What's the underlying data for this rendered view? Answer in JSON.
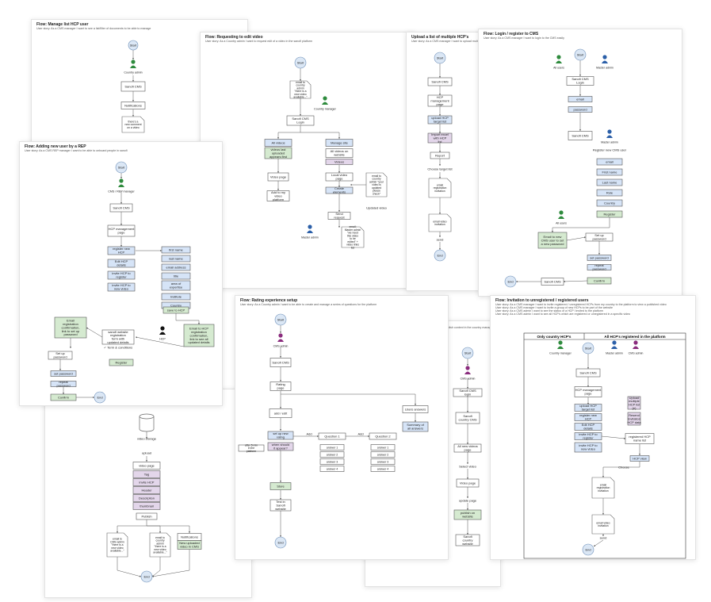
{
  "colors": {
    "start_fill": "#dbe7f5",
    "blue_fill": "#d6e4f7",
    "green_fill": "#d5ead0",
    "purple_fill": "#e3d6ea",
    "white_fill": "#ffffff",
    "line": "#555555",
    "actor_green": "#2e8b3d",
    "actor_blue": "#2b5fa8",
    "actor_purple": "#8a2b7d",
    "actor_black": "#111111"
  },
  "sheets": [
    {
      "id": "s1",
      "title": "Flow: Manage list HCP user",
      "subtitle": "User story: As a CMS manager I want to see a list/filter of documents to be able to manage",
      "nodes": [
        {
          "id": "start",
          "label": "Start",
          "kind": "circle"
        },
        {
          "id": "actor",
          "label": "Country admin",
          "kind": "actor",
          "color": "green"
        },
        {
          "id": "cms",
          "label": "Sanofi CMS",
          "kind": "box"
        },
        {
          "id": "notif",
          "label": "Notifications",
          "kind": "box"
        },
        {
          "id": "doc",
          "label": "there's a new comment on a video",
          "kind": "doc"
        }
      ]
    },
    {
      "id": "s2",
      "title": "Flow: Requesting to edit video",
      "subtitle": "User story: As a Country admin I want to request edit of a video in the sanofi platform",
      "nodes": [
        {
          "id": "start",
          "label": "Start",
          "kind": "circle"
        },
        {
          "id": "email1",
          "label": "email to country admin \"there is a new video available...\"",
          "kind": "doc"
        },
        {
          "id": "actor",
          "label": "Country manager",
          "kind": "actor",
          "color": "green"
        },
        {
          "id": "login",
          "label": "Sanofi CMS Login",
          "kind": "box"
        },
        {
          "id": "allv",
          "label": "All videos",
          "kind": "blue"
        },
        {
          "id": "vlast",
          "label": "videos last uploaded appears first",
          "kind": "green"
        },
        {
          "id": "vpage",
          "label": "Video page",
          "kind": "box"
        },
        {
          "id": "addv",
          "label": "Add to my video platform",
          "kind": "box"
        },
        {
          "id": "manage",
          "label": "Manage site",
          "kind": "blue"
        },
        {
          "id": "allweb",
          "label": "All videos on website",
          "kind": "box"
        },
        {
          "id": "vids",
          "label": "Videos",
          "kind": "purple"
        },
        {
          "id": "local",
          "label": "Local video page",
          "kind": "box"
        },
        {
          "id": "create",
          "label": "Create elements",
          "kind": "blue"
        },
        {
          "id": "send",
          "label": "Send request",
          "kind": "box"
        },
        {
          "id": "email2",
          "label": "email to country admin \"your video is updated please check\"",
          "kind": "doc"
        },
        {
          "id": "upd",
          "label": "Updated video",
          "kind": "text"
        },
        {
          "id": "master",
          "label": "Master admin",
          "kind": "actor",
          "color": "blue"
        },
        {
          "id": "email3",
          "label": "email: Master admin \"we need this video to be edited\" + video links list",
          "kind": "doc"
        }
      ]
    },
    {
      "id": "s3",
      "title": "Upload a list of multiple HCP's",
      "subtitle": "User story: As a CMS manager I want to upload multiple HCPs",
      "nodes": [
        {
          "id": "start",
          "label": "Start",
          "kind": "circle"
        },
        {
          "id": "cms",
          "label": "Sanofi CMS",
          "kind": "box"
        },
        {
          "id": "hcp",
          "label": "HCP management page",
          "kind": "box"
        },
        {
          "id": "up",
          "label": "upload HCP target list",
          "kind": "blue"
        },
        {
          "id": "import",
          "label": "Import excel with HCP list",
          "kind": "purple"
        },
        {
          "id": "report",
          "label": "Report",
          "kind": "box"
        },
        {
          "id": "choose",
          "label": "Choose target list",
          "kind": "text"
        },
        {
          "id": "inv",
          "label": "email registration invitation",
          "kind": "doc"
        },
        {
          "id": "vinv",
          "label": "email video invitation",
          "kind": "doc"
        },
        {
          "id": "send",
          "label": "send",
          "kind": "text"
        },
        {
          "id": "end",
          "label": "End",
          "kind": "circle"
        }
      ]
    },
    {
      "id": "s4",
      "title": "Flow: Login / register to CMS",
      "subtitle": "User story: As a CMS manager I want to login to the CMS easily",
      "nodes": [
        {
          "id": "start",
          "label": "Start",
          "kind": "circle"
        },
        {
          "id": "allusers",
          "label": "All users",
          "kind": "actor",
          "color": "green"
        },
        {
          "id": "master",
          "label": "Master admin",
          "kind": "actor",
          "color": "blue"
        },
        {
          "id": "login",
          "label": "Sanofi CMS Login",
          "kind": "box"
        },
        {
          "id": "email",
          "label": "email",
          "kind": "blue"
        },
        {
          "id": "pass",
          "label": "password",
          "kind": "blue"
        },
        {
          "id": "cms",
          "label": "Sanofi CMS",
          "kind": "box"
        },
        {
          "id": "madmin",
          "label": "Master admin",
          "kind": "actor",
          "color": "blue"
        },
        {
          "id": "reg",
          "label": "Register new CMS user",
          "kind": "text"
        },
        {
          "id": "f_email",
          "label": "email",
          "kind": "blue"
        },
        {
          "id": "f_first",
          "label": "First name",
          "kind": "blue"
        },
        {
          "id": "f_last",
          "label": "Last name",
          "kind": "blue"
        },
        {
          "id": "f_role",
          "label": "Role",
          "kind": "blue"
        },
        {
          "id": "f_country",
          "label": "Country",
          "kind": "blue"
        },
        {
          "id": "register",
          "label": "Register",
          "kind": "green"
        },
        {
          "id": "allusers2",
          "label": "All users",
          "kind": "actor",
          "color": "green"
        },
        {
          "id": "mail",
          "label": "Email to new CMS user to set a new password",
          "kind": "green"
        },
        {
          "id": "setpw",
          "label": "Set up password",
          "kind": "box"
        },
        {
          "id": "sp",
          "label": "set password",
          "kind": "blue"
        },
        {
          "id": "rp",
          "label": "repeat password",
          "kind": "blue"
        },
        {
          "id": "confirm",
          "label": "Confirm",
          "kind": "green"
        },
        {
          "id": "scms",
          "label": "Sanofi CMS",
          "kind": "box"
        },
        {
          "id": "end",
          "label": "End",
          "kind": "circle"
        }
      ]
    },
    {
      "id": "s5",
      "title": "Flow: Adding new user by a REP",
      "subtitle": "User story: As a CMS REP manager I want to be able to onboard people in sanofi",
      "nodes": [
        {
          "id": "start",
          "label": "Start",
          "kind": "circle"
        },
        {
          "id": "actor",
          "label": "CMS / REP manager",
          "kind": "actor",
          "color": "green"
        },
        {
          "id": "cms",
          "label": "Sanofi CMS",
          "kind": "box"
        },
        {
          "id": "hcp",
          "label": "HCP management page",
          "kind": "box"
        },
        {
          "id": "reg",
          "label": "register new HCP",
          "kind": "blue"
        },
        {
          "id": "edit",
          "label": "Edit HCP details",
          "kind": "blue"
        },
        {
          "id": "inv",
          "label": "invite HCP to register",
          "kind": "blue"
        },
        {
          "id": "inv2",
          "label": "invite HCP to new video",
          "kind": "blue"
        },
        {
          "id": "f1",
          "label": "first name",
          "kind": "blue"
        },
        {
          "id": "f2",
          "label": "last name",
          "kind": "blue"
        },
        {
          "id": "f3",
          "label": "email address",
          "kind": "blue"
        },
        {
          "id": "f4",
          "label": "title",
          "kind": "blue"
        },
        {
          "id": "f5",
          "label": "area of expertise",
          "kind": "blue"
        },
        {
          "id": "f6",
          "label": "Institute",
          "kind": "blue"
        },
        {
          "id": "f7",
          "label": "Country",
          "kind": "blue"
        },
        {
          "id": "save",
          "label": "save to HCP",
          "kind": "green"
        },
        {
          "id": "mail1",
          "label": "Email registration confirmation, link to set up password",
          "kind": "green"
        },
        {
          "id": "web",
          "label": "sanofi website registration form with updated details",
          "kind": "box"
        },
        {
          "id": "terms",
          "label": "✓ Term & conditions",
          "kind": "text"
        },
        {
          "id": "hcpact",
          "label": "HCP",
          "kind": "actor",
          "color": "black"
        },
        {
          "id": "mail2",
          "label": "Email to HCP registration confirmation, link to see all updated details",
          "kind": "green"
        },
        {
          "id": "register",
          "label": "Register",
          "kind": "green"
        },
        {
          "id": "setpw",
          "label": "Set up password",
          "kind": "box"
        },
        {
          "id": "sp",
          "label": "set password",
          "kind": "blue"
        },
        {
          "id": "rp",
          "label": "repeat password",
          "kind": "blue"
        },
        {
          "id": "confirm",
          "label": "Confirm",
          "kind": "green"
        },
        {
          "id": "end",
          "label": "End",
          "kind": "circle"
        }
      ]
    },
    {
      "id": "s6",
      "title": "Flow: Rating experience setup",
      "subtitle": "User story: As a Country admin I want to be able to create and manage a series of questions for the platform",
      "nodes": [
        {
          "id": "start",
          "label": "Start",
          "kind": "circle"
        },
        {
          "id": "actor",
          "label": "CMS admin",
          "kind": "actor",
          "color": "purple"
        },
        {
          "id": "cms",
          "label": "Sanofi CMS",
          "kind": "box"
        },
        {
          "id": "rating",
          "label": "Rating page",
          "kind": "box"
        },
        {
          "id": "add",
          "label": "add / edit",
          "kind": "box"
        },
        {
          "id": "setup",
          "label": "set up new rating",
          "kind": "blue"
        },
        {
          "id": "when",
          "label": "when should it appear?",
          "kind": "purple"
        },
        {
          "id": "after",
          "label": "after 5 min in the platform",
          "kind": "box"
        },
        {
          "id": "q1",
          "label": "Question 1",
          "kind": "box"
        },
        {
          "id": "q2",
          "label": "Question 2",
          "kind": "box"
        },
        {
          "id": "add1",
          "label": "Add",
          "kind": "text"
        },
        {
          "id": "add2",
          "label": "Add",
          "kind": "text"
        },
        {
          "id": "ans",
          "label": "answer",
          "kind": "box"
        },
        {
          "id": "store",
          "label": "Store",
          "kind": "green"
        },
        {
          "id": "test",
          "label": "Test in Sanofi website",
          "kind": "box"
        },
        {
          "id": "users",
          "label": "Users answers",
          "kind": "box"
        },
        {
          "id": "summary",
          "label": "Summary of all answers",
          "kind": "blue"
        },
        {
          "id": "end",
          "label": "End",
          "kind": "circle"
        }
      ],
      "answers": [
        "answer 1",
        "answer 2",
        "answer 3",
        "answer 4"
      ]
    },
    {
      "id": "s7",
      "title": "Flow: Invitation to unregistered / registered users",
      "subtitle": "User story: As a CMS manager I want to invite unregistered HCPs to a video",
      "story_lines": [
        "User story: As a CMS manager I want to invite registered / unregistered HCPs from my country to the platform to view a published video",
        "User story: As a CMS manager I want to invite a group of new HCPs to be part of the website",
        "User story: As a CMS admin I want to see the status of a HCP I invited to the platform",
        "User story: As a CMS admin I want to see all HCP's which are registered or unregistered in a specific video"
      ],
      "col1": "Only country HCP's",
      "col2": "All HCP's registered in the platform",
      "nodes": [
        {
          "id": "cm",
          "label": "Country manager",
          "kind": "actor",
          "color": "green"
        },
        {
          "id": "start",
          "label": "Start",
          "kind": "circle"
        },
        {
          "id": "ma",
          "label": "Master admin",
          "kind": "actor",
          "color": "blue"
        },
        {
          "id": "ca",
          "label": "CMS admin",
          "kind": "actor",
          "color": "purple"
        },
        {
          "id": "cms",
          "label": "Sanofi CMS",
          "kind": "box"
        },
        {
          "id": "hcp",
          "label": "HCP management page",
          "kind": "box"
        },
        {
          "id": "up",
          "label": "upload HCP target list",
          "kind": "blue"
        },
        {
          "id": "reg",
          "label": "register new HCP",
          "kind": "blue"
        },
        {
          "id": "edit",
          "label": "Edit HCP details",
          "kind": "blue"
        },
        {
          "id": "inv",
          "label": "invite HCP to register",
          "kind": "blue"
        },
        {
          "id": "inv2",
          "label": "invite HCP to new video",
          "kind": "blue"
        },
        {
          "id": "upld",
          "label": "Upload multiple HCP list (e)",
          "kind": "purple"
        },
        {
          "id": "resend",
          "label": "Resend Invitation HCP data",
          "kind": "purple"
        },
        {
          "id": "regd",
          "label": "registered HCP name list",
          "kind": "box"
        },
        {
          "id": "view",
          "label": "HCP view",
          "kind": "blue"
        },
        {
          "id": "choose",
          "label": "Choose",
          "kind": "text"
        },
        {
          "id": "e1",
          "label": "email registration invitation",
          "kind": "doc"
        },
        {
          "id": "e2",
          "label": "email video invitation",
          "kind": "doc"
        },
        {
          "id": "send",
          "label": "send",
          "kind": "text"
        },
        {
          "id": "end",
          "label": "End",
          "kind": "circle"
        }
      ]
    },
    {
      "id": "s8",
      "title": "Flow: publish content in the country manager",
      "subtitle": "",
      "nodes": [
        {
          "id": "start",
          "label": "Start",
          "kind": "circle"
        },
        {
          "id": "actor",
          "label": "CMS admin",
          "kind": "actor",
          "color": "purple"
        },
        {
          "id": "login",
          "label": "Sanofi CMS login",
          "kind": "box"
        },
        {
          "id": "country",
          "label": "Sanofi country CMS",
          "kind": "box"
        },
        {
          "id": "allnew",
          "label": "All new videos page",
          "kind": "box"
        },
        {
          "id": "select",
          "label": "Select video",
          "kind": "text"
        },
        {
          "id": "vpage",
          "label": "Video page",
          "kind": "box"
        },
        {
          "id": "upd",
          "label": "update page",
          "kind": "text"
        },
        {
          "id": "pub",
          "label": "publish on website",
          "kind": "green"
        },
        {
          "id": "web",
          "label": "Sanofi country website",
          "kind": "box"
        }
      ]
    },
    {
      "id": "s9",
      "title": "",
      "subtitle": "",
      "nodes": [
        {
          "id": "storage",
          "label": "video storage",
          "kind": "cyl"
        },
        {
          "id": "upload",
          "label": "upload",
          "kind": "text"
        },
        {
          "id": "vpage",
          "label": "video page",
          "kind": "box"
        },
        {
          "id": "tag",
          "label": "Tag",
          "kind": "purple"
        },
        {
          "id": "invite",
          "label": "invite HCP",
          "kind": "purple"
        },
        {
          "id": "header",
          "label": "Header",
          "kind": "purple"
        },
        {
          "id": "desc",
          "label": "Description",
          "kind": "purple"
        },
        {
          "id": "thumb",
          "label": "thumbnail",
          "kind": "purple"
        },
        {
          "id": "publish",
          "label": "Publish",
          "kind": "box"
        },
        {
          "id": "e1",
          "label": "email to CMS admin \"there is a new video available...\"",
          "kind": "doc"
        },
        {
          "id": "e2",
          "label": "email to country admin \"there is a new video available...\"",
          "kind": "doc"
        },
        {
          "id": "notif",
          "label": "Notifications",
          "kind": "box"
        },
        {
          "id": "newv",
          "label": "New uploaded video in CMS",
          "kind": "green"
        },
        {
          "id": "end",
          "label": "End",
          "kind": "circle"
        }
      ]
    }
  ]
}
